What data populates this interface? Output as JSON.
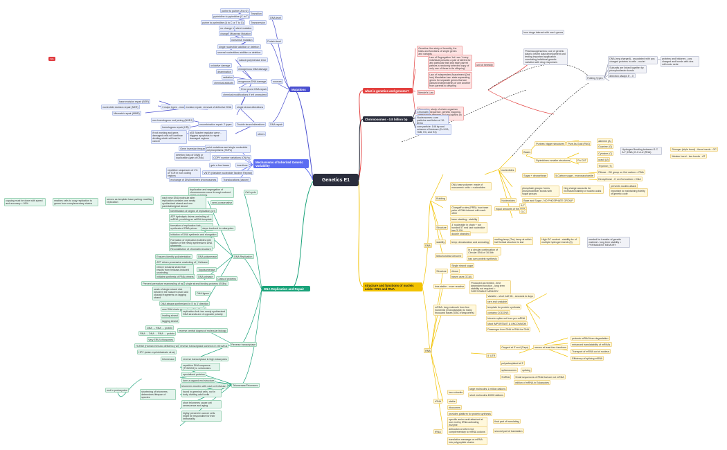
{
  "colors": {
    "mutations": "#4a4fd0",
    "mechanisms": "#5b6cf2",
    "chromosomes": "#2a2d3c",
    "genetics": "#e3413f",
    "dna_rep": "#1aa37a",
    "structure": "#f2c200"
  },
  "tag": "hide",
  "main": "Genetics E1",
  "branches": {
    "mutations": "Mutations",
    "mechanisms": "Mechanisms of Inherited Genetic Variability",
    "dna_rep": "DNA Replication and Repair",
    "genetics": "what is genetics and genome?",
    "chromosomes": "Chromosomes - 0.8 billion bp",
    "structure": "structure and functions of nucleic acids: DNA and RNA"
  },
  "mut": {
    "t1": "purine to purine (A to G)",
    "t2": "pyrimidine to pyrimidine (C to T)",
    "transition": "Transition",
    "t3": "purine to pyrimidine (A to C or T to G)",
    "transversion": "Transversion",
    "dna_level": "DNA level",
    "p1": "no change in AA",
    "silent": "silent mutation",
    "p2": "change in AA",
    "missense": "Missense Mutation",
    "nonsense": "nonsense mutation",
    "protein_level": "Protein level",
    "p3": "single nucleotide addition or deletion",
    "p4": "several nucleotides addition or deletion",
    "s1": "natural polymerase error",
    "s2": "oxidative damage",
    "s3": "deamination",
    "endo": "endogenous DNA damage",
    "s4": "radiation",
    "s5": "chemical adducts",
    "exo": "exogenous DNA damage",
    "sources": "sources",
    "s6": "Error prone DNA repair",
    "s7": "chemical modifications if left unrepaired",
    "r1": "base excision repair (BER)",
    "r2": "nucleotide excision repair (NER)",
    "r3": "Mismatch repair (MMR)",
    "r4": "3 major types - most efficient",
    "r5": "excision repair: removal of defective DNA",
    "single": "single strand alterations",
    "r6": "non-homologous end joining (NHEJ)",
    "r7": "homologous repair (HR)",
    "recomb": "recombination repair: 2 types",
    "double": "Double strand alterations",
    "repair": "DNA repair",
    "r8": "if not working and gene, damaged cells will continue dividing which will lead to cancer",
    "p53": "p53: Master regulator gene - triggers apoptosis to repair damaged regions",
    "others": "others"
  },
  "mech": {
    "m1": "Gene inversion frequency",
    "m2": "point mutations and single nucleotide polymorphisms (SNPs)",
    "m3": "deletion (loss of DNA) or duplication (gain of DNA)",
    "cnv": "COPY number variations (CNVs)",
    "m4": "gain a few bases",
    "ins": "insertions",
    "m5": "repetitive sequences of 1% of TCR in non coding regions",
    "vntr": "VNTR (Variable nucleotide Tandem Repeat)",
    "m6": "exchange of DNA between chromosomes",
    "trans": "Translocations (cancer)"
  },
  "rep": {
    "cell": "Cell cycle",
    "c1": "duplication and segregation of chromosomes occur through ordered series of stages",
    "semi": "semi-conservative",
    "c2": "each new DNA molecule after replication contains one newly synthesized strand and one parental/original strand",
    "c3": "serves as template base pairing enabling replication",
    "c4": "enables cells to copy replication to genes from complementary chains",
    "c5": "copying must be done with speed and accuracy = 99%",
    "e1": "Identification of origins of replication (ori)",
    "e2": "ATP hydrolysis drives unwinding of ssDNA, providing an ssDNA template",
    "e3": "formation of replication fork: synthesis of RNA primer",
    "e4": "Initiation of DNA synthesis and elongation",
    "e5": "Formation of replication bubbles with ligation of the newly synthesized DNA segments",
    "e6": "Reconstitution of chromatin structure",
    "steps": "steps involved in eukaryotes",
    "f1": "Ensures identity pol/orientation",
    "pol": "DNA polymerase",
    "f2": "ATP driven processive unwinding of DNA",
    "heli": "Helicase",
    "f3": "relieve torsional strain that results from helicase-induced unwinding",
    "topo": "Topoisomerase",
    "f4": "initiates synthesis of RNA primers",
    "primase": "DNA primase",
    "f5": "Prevent premature reannealing of ssDNA",
    "ssb": "single strand binding proteins (SSBs)",
    "f6": "seals of single strand nick between the nascent chain and okazaki fragments on lagging strand",
    "ligase": "DNA ligase",
    "players": "Class of proteins",
    "g1": "DNA always synthesized in 5' to 3' direction",
    "g2": "new DNA chain grows from 5' to 3' end",
    "g3": "leading strand",
    "g4": "lagging strand",
    "g5": "replication fork: two newly synthesized DNA strands are of opposite polarity",
    "dnarep": "DNA Replication",
    "rt1": "DNA → RNA → protein",
    "rt2": "RNA → DNA → RNA → protein",
    "rt3": "reverse central dogma of molecular biology",
    "rt4": "Very ERUV ribosomes",
    "rt5": "HI-RAV (Human immuno deficiency virus)",
    "rt6": "HPV (avian myeloblastosis virus)",
    "rt7": "reverse transcriptase common in retrovirus",
    "rt8": "telomerase",
    "rt9": "reverse transcriptase in high eukaryotes",
    "rt": "Reverse transcriptase",
    "tl1": "repetitive DNA sequence (TTAGGG) in vertebrates",
    "tl2": "specialized proteins",
    "tl3": "form a capped end structure",
    "tl4": "telomeres shorten with each cell division",
    "tl5": "found in germinal cells, not in body dividing adult cells",
    "tl6": "short telomeres cause cell senescence and aging",
    "tl7": "highly present in cancer cells might be responsible for their immortality",
    "tl8": "shortening of telomeres determines lifespan of species",
    "tel": "Telomerase/Telomeres",
    "tl9": "end in prokaryotes"
  },
  "gen": {
    "g1": "Genetics: the study of heredity, the traits and functions of single genes and variants",
    "g2": "Law of Segregation 1st Law: \"every individual possess a pair of alleles for any particular trait and each parent passes a randomly selected copy of only one of these to its offspring\"",
    "unit": "unit of heredity",
    "g3": "Law of Independent Assortment (2nd law) Mendelian law: state separating genes for separate genes that are passed independently of one another from parents to offspring",
    "mendel": "Mendel's Law",
    "g4": "Genomics: study of whole organism genomes, sequence, genetic mapping, interactions between loci and alleles on genome",
    "ph1": "Pharmacogenomics: use of genetic data to inform data development and testing important application - correlating individual genetic variation with drug responses",
    "ph2": "how drugs interact with one's genes"
  },
  "chr": {
    "c1": "Chromatin",
    "c2": "Nucleosomes: core particles and linker of 10-80 bp",
    "c3": "core particle: 146 bp and octamer of histones (2x H2A, H2B, H3, and H4)"
  },
  "fold": {
    "title": "Folding Types",
    "a": "DNA (neg charged) - associated with pos charged proteins in cells - nuclei",
    "b": "proteins and histones - pos charged and bonds with dna with ionic sede",
    "c": "Subunits are linked together by phosphodiester bonds",
    "d": "direction always 5' - 3'"
  },
  "str": {
    "dna": "DNA",
    "rna": "RNA",
    "build": "Building",
    "bb1": "DNA base polymer: made of monomeric units = nucleotides",
    "nuc": "nucleotides",
    "bases": "Bases",
    "purine": "Purines: bigger structures",
    "pur_ab": "Pure As Gold (PAG)",
    "adenine": "adenine (A)",
    "guanine": "Guanine (G)",
    "pyr": "Pyrimidines: smaller structures",
    "pyr_ab": "Pu CUT",
    "cytosine": "Cytosine (C)",
    "uracil": "uracil (U)",
    "thymine": "Thymine (T)",
    "sugar": "Sugar + deoxyribose",
    "sug2": "5-Carbon sugar - monosaccharide",
    "ribose": "Ribose - OH group on 2nd carbon = RNA",
    "deoxy": "Deoxyribose - H on 2nd carbon = DNA",
    "phos": "phosphate groups: forms phosphodiester bonds with sugar groups",
    "phos2": "Neg charge accounts for increased stability of nucleic acids",
    "prev": "prevents nucleic attack",
    "imp": "important to maintaining fidelity of genetic code",
    "nucleos": "Nucleosides",
    "nucleos2": "Base and Sugar - NO PHOSPHATE GROUP",
    "hb": "Hydrogen Bonding between G-C A-T (DNA) G-C A-U (RNA)",
    "hb1": "Stronger (triple bond) - three bonds - GC",
    "hb2": "Weaker bond - two bonds - AT",
    "charg": "Chargaff's rules (PRB): how base pairs of DNA interact with each other",
    "eq": "equal amounts of the pairs",
    "at": "A-T",
    "gc": "G-C",
    "struct": "Structure",
    "s1": "base stacking - stability",
    "s2": "3' nucleotide in chain + run bonded 5T end last nucleotide has 3'-OH",
    "s3": "double stranded",
    "stab": "stability",
    "den": "temp: denaturation and annealing",
    "melt": "melting temp (Tm): temp at which half helical structure is lost",
    "hgc": "High GC content - stability bc of multiple hydrogen bonds (3)",
    "need": "needed for transfer of genetic material - long term stability = PERMANENT MEMORY",
    "mito": "Mitochondrial Genome",
    "mt1": "in a circular continuation of Circular DNA of 16.5kb",
    "mt2": "has own protein synthesis",
    "rs": "Structure",
    "rs1": "Single strand sugar",
    "rs2": "ribose",
    "rs3": "bases uses GCAU",
    "ls": "less stable - more reactive",
    "ls1": "Produced as needed - time dependent function - long term stability not required = DISPOSABLE MEMORY",
    "mrna": "mRNA: long molecule from few hundreds (monoplastids) to many thousand bases (GBC transporters)",
    "mr1": "Variable - short half life - seconds to days",
    "mr2": "rare and unstable",
    "mr3": "template for protein synthesis",
    "mr4": "contains CODONS",
    "mr5": "Intronic splice out from pre-mRNA",
    "mr6": "Most IMPORTANT & UNCOMMON",
    "mr7": "Passenger from DNA to RNA for DNA",
    "cap": "5' UTR",
    "cap1": "Capped at 5' end (Caps)",
    "cap2": "serves at least four functions",
    "f1": "protects mRNA from degradation",
    "f2": "enhanced translatability of mRNAs",
    "f3": "Transport of mRNA out of nucleus",
    "f4": "Efficiency of splicing mRNA",
    "poly": "polyadenylated at 3'",
    "splice": "spliceosomes",
    "splicing": "splicing",
    "snrna": "SnRNA",
    "sn1": "Small sequences of RNA that are not mRNA",
    "sn2": "edition of mRNA in Eukaryotes",
    "rrna": "rRNA",
    "sub": "two subunits",
    "sub1": "large molecules 1 million daltons",
    "sub2": "short molecules 40000 daltons",
    "rr1": "stable",
    "rr2": "ribosomes",
    "rr3": "provides platform for protein synthesis",
    "trna": "tRNA",
    "tr1": "specific amino acid attached at one end by tRNA activating enzyme",
    "tr2": "final part of translating",
    "tr3": "anticodon at other end complementary to mRNA codons",
    "tr4": "second part of translation",
    "tr5": "translation message on mRNA into polypeptide chains"
  }
}
